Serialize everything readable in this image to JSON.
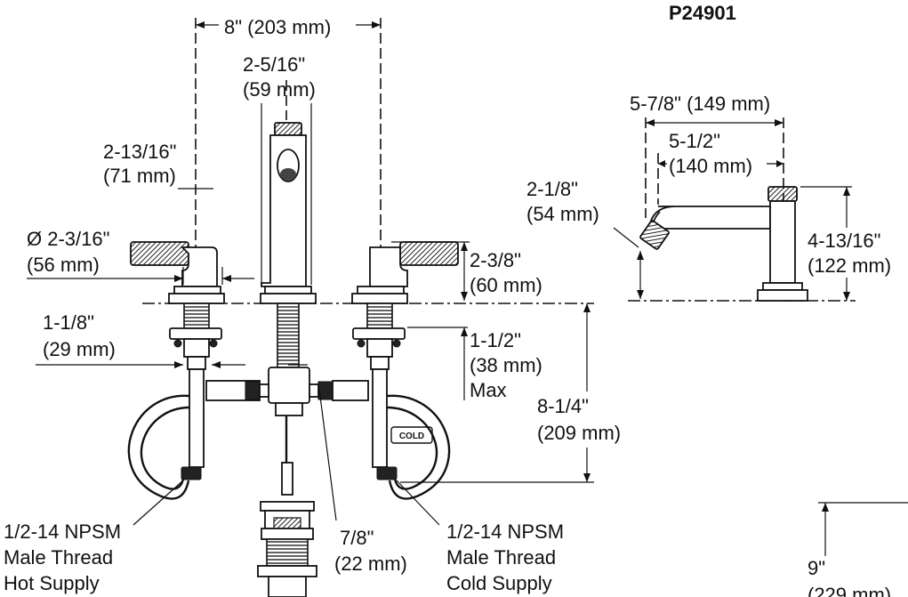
{
  "model": "P24901",
  "dimensions": {
    "center_spacing": "8\" (203 mm)",
    "spout_base_in": "2-5/16\"",
    "spout_base_mm": "(59 mm)",
    "handle_height_in": "2-13/16\"",
    "handle_height_mm": "(71 mm)",
    "handle_diameter_in": "Ø 2-3/16\"",
    "handle_diameter_mm": "(56 mm)",
    "deck_height_in": "2-3/8\"",
    "deck_height_mm": "(60 mm)",
    "shank_width_in": "1-1/8\"",
    "shank_width_mm": "(29 mm)",
    "max_deck_in": "1-1/2\"",
    "max_deck_mm": "(38 mm)",
    "max_deck_note": "Max",
    "shank_length_in": "8-1/4\"",
    "shank_length_mm": "(209 mm)",
    "spout_reach_in": "5-7/8\" (149 mm)",
    "spout_reach_inner_in": "5-1/2\"",
    "spout_reach_inner_mm": "(140 mm)",
    "spout_clear_in": "2-1/8\"",
    "spout_clear_mm": "(54 mm)",
    "spout_height_in": "4-13/16\"",
    "spout_height_mm": "(122 mm)",
    "drain_in": "7/8\"",
    "drain_mm": "(22 mm)",
    "extra_in": "9\"",
    "extra_mm": "(229 mm)"
  },
  "labels": {
    "hot_line1": "1/2-14 NPSM",
    "hot_line2": "Male Thread",
    "hot_line3": "Hot Supply",
    "cold_line1": "1/2-14 NPSM",
    "cold_line2": "Male Thread",
    "cold_line3": "Cold Supply",
    "cold_tag": "COLD"
  }
}
